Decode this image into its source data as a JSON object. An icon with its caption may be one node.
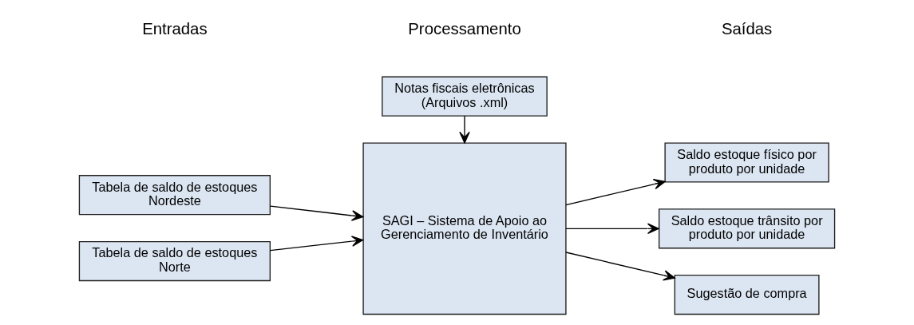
{
  "diagram": {
    "nodes": [
      {
        "text": [
          "Notas fiscais eletrônicas (Arquivos .xml)"
        ]
      },
      {
        "text": [
          "Tabela de saldo de estoques Nordeste"
        ]
      },
      {
        "text": [
          "Tabela de saldo de estoques Norte"
        ]
      },
      {
        "text": [
          "SAGI – Sistema de Apoio ao Gerenciamento de Inventário"
        ]
      },
      {
        "text": [
          "Saldo estoque físico por produto por unidade"
        ]
      },
      {
        "text": [
          "Saldo estoque trânsito por produto por unidade"
        ]
      },
      {
        "text": [
          "Sugestão de compra"
        ]
      }
    ],
    "edges": [
      {
        "from": 0,
        "to": 3,
        "arrow": "to"
      },
      {
        "from": 1,
        "to": 3,
        "arrow": "to"
      },
      {
        "from": 2,
        "to": 3,
        "arrow": "to"
      },
      {
        "from": 3,
        "to": 4,
        "arrow": "to"
      },
      {
        "from": 3,
        "to": 5,
        "arrow": "to"
      },
      {
        "from": 3,
        "to": 6,
        "arrow": "to"
      }
    ],
    "labels": [
      "Entradas",
      "Processamento",
      "Saídas"
    ]
  }
}
